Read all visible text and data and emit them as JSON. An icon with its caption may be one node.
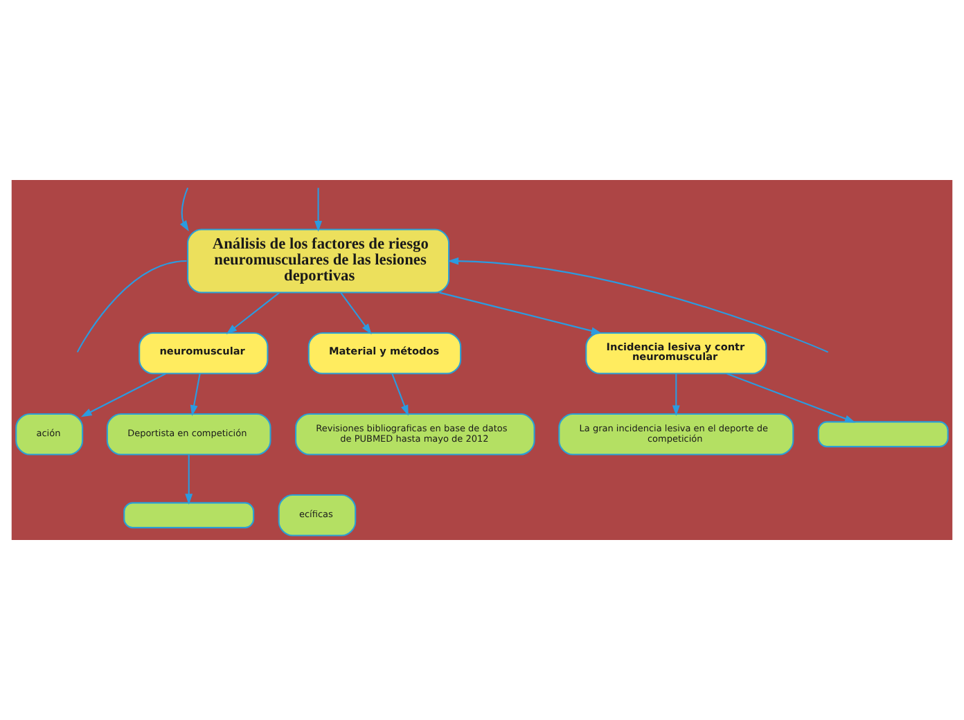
{
  "diagram": {
    "nodes": [
      {
        "text": [
          "Análisis de los factores de riesgo neuromusculares de las lesiones deportivas"
        ]
      },
      {
        "text": [
          "neuromuscular"
        ]
      },
      {
        "text": [
          "Material y métodos"
        ]
      },
      {
        "text": [
          "Revisiones bibliograficas en base de datos de PUBMED hasta mayo de 2012"
        ]
      },
      {
        "text": [
          "Incidencia lesiva y contr neuromuscular"
        ]
      },
      {
        "text": [
          "ación"
        ]
      },
      {
        "text": [
          "Deportista en competición"
        ]
      },
      {
        "text": [
          "ecíficas"
        ]
      },
      {
        "text": [],
        "shape": "box"
      },
      {
        "text": [
          "La gran incidencia lesiva en el deporte de competición"
        ]
      },
      {
        "text": [],
        "shape": "box"
      }
    ],
    "edges": [
      {
        "from": null,
        "to": 0,
        "arrow": "to"
      },
      {
        "from": 0,
        "to": null,
        "arrow": "none"
      },
      {
        "from": null,
        "to": 0,
        "arrow": "to"
      },
      {
        "from": null,
        "to": 0,
        "arrow": "to"
      },
      {
        "from": 0,
        "to": 1,
        "arrow": "to"
      },
      {
        "from": 0,
        "to": 2,
        "arrow": "to"
      },
      {
        "from": 0,
        "to": 4,
        "arrow": "to"
      },
      {
        "from": 1,
        "to": 5,
        "arrow": "to"
      },
      {
        "from": 1,
        "to": 6,
        "arrow": "to"
      },
      {
        "from": 2,
        "to": 3,
        "arrow": "to"
      },
      {
        "from": 4,
        "to": 9,
        "arrow": "to"
      },
      {
        "from": 4,
        "to": 10,
        "arrow": "to"
      },
      {
        "from": 6,
        "to": 8,
        "arrow": "to"
      }
    ]
  }
}
